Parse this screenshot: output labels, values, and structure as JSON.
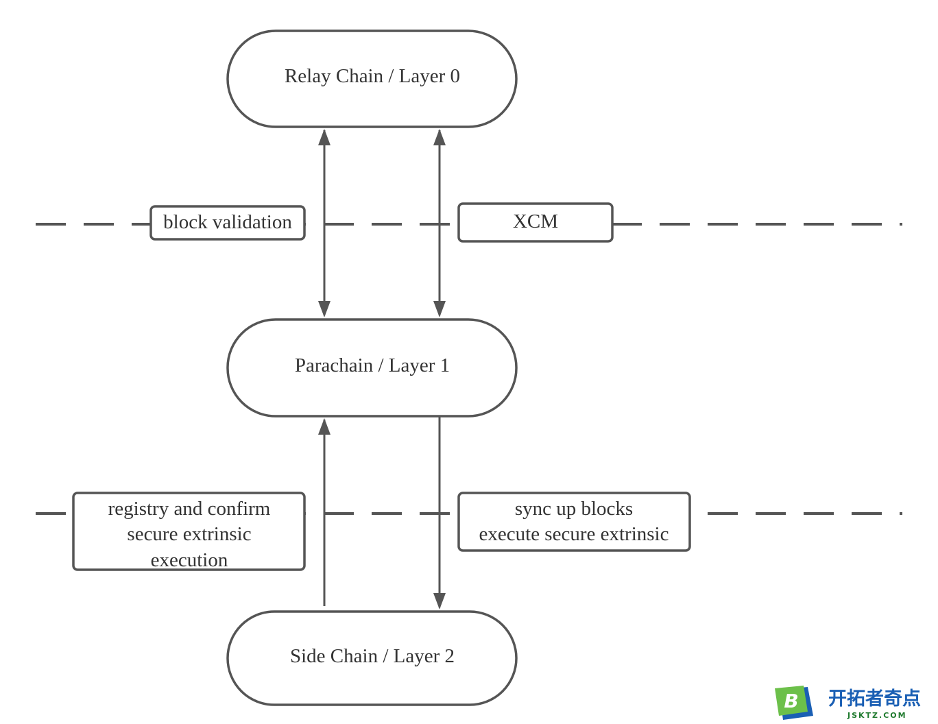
{
  "nodes": {
    "relay": "Relay Chain / Layer 0",
    "parachain": "Parachain / Layer 1",
    "sidechain": "Side Chain / Layer 2"
  },
  "labels": {
    "block_validation": "block validation",
    "xcm": "XCM",
    "registry": [
      "registry and confirm",
      "secure extrinsic",
      "execution"
    ],
    "sync": [
      "sync up blocks",
      "execute secure extrinsic"
    ]
  },
  "watermark": {
    "logo_letter": "B",
    "brand_cn": "开拓者奇点",
    "brand_en": "JSKTZ.COM"
  },
  "colors": {
    "stroke": "#555555",
    "text": "#333333",
    "watermark_blue": "#1a5fb4",
    "watermark_green": "#6cc04a"
  }
}
